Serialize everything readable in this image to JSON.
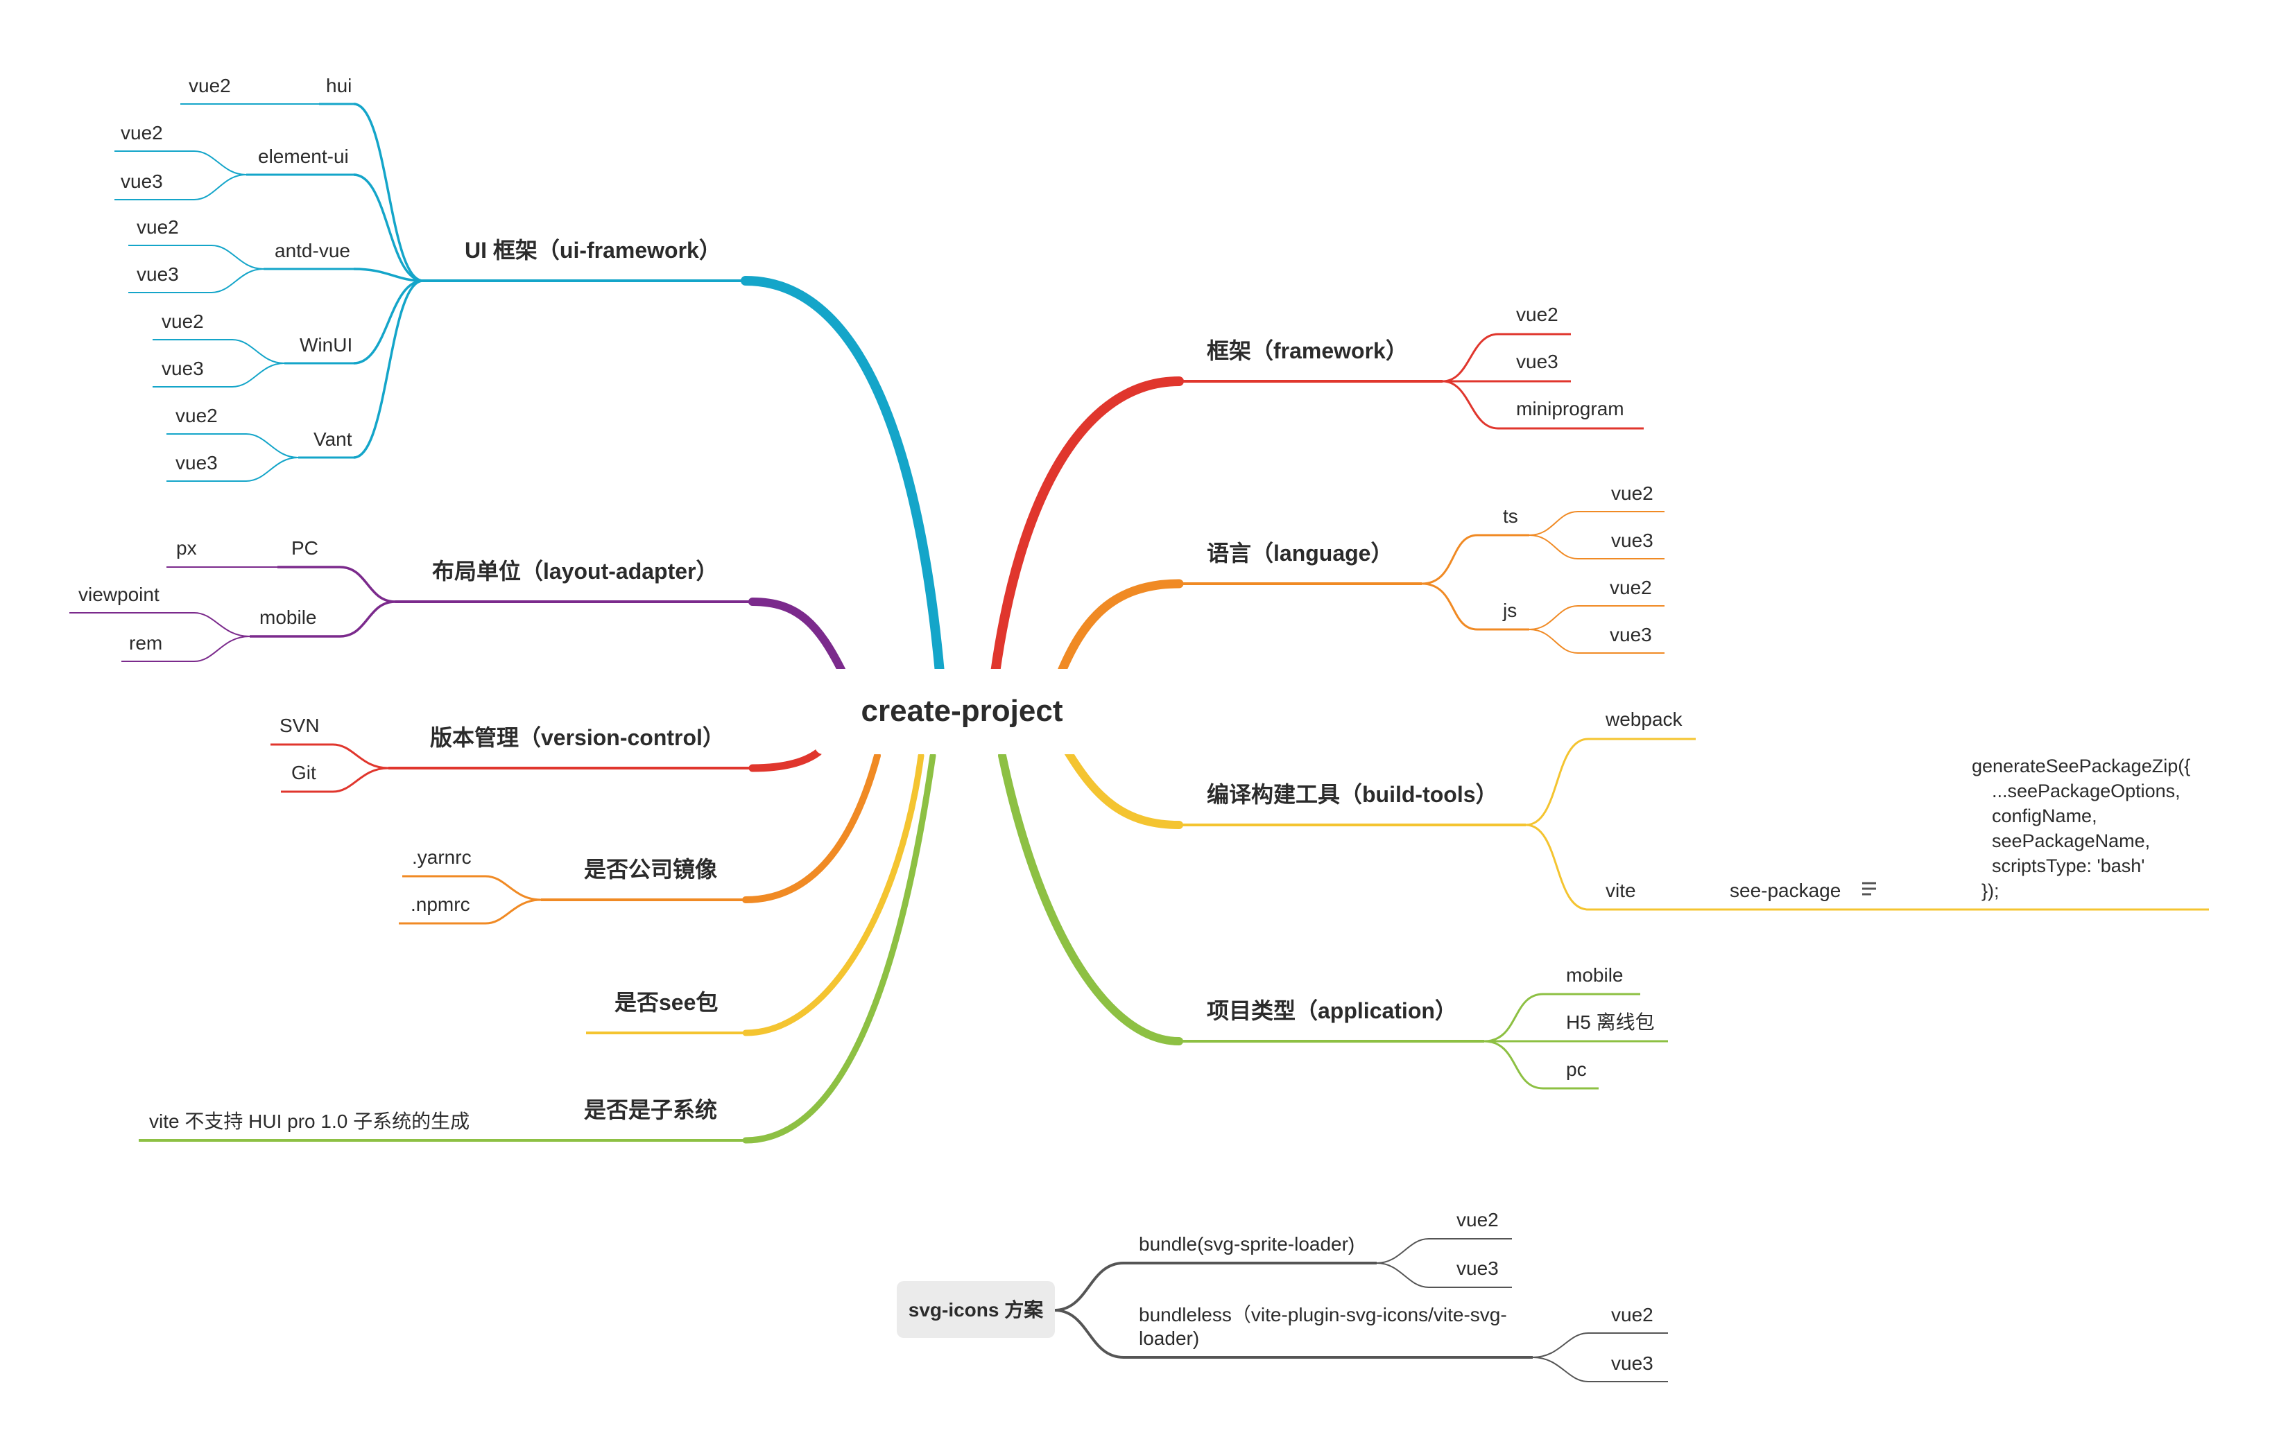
{
  "root": {
    "label": "create-project"
  },
  "colors": {
    "ui": "#14a5c9",
    "layout": "#7b2a8c",
    "vcs": "#e0362d",
    "mirror": "#f08a24",
    "see": "#f4c430",
    "subsystem": "#8dc043",
    "framework": "#e0362d",
    "language": "#f08a24",
    "build": "#f4c430",
    "application": "#8dc043",
    "svgicons": "#555555",
    "svgicons_bg": "#ebebeb"
  },
  "ui_framework": {
    "label": "UI 框架（ui-framework）",
    "hui": {
      "label": "hui",
      "children": [
        "vue2"
      ]
    },
    "element_ui": {
      "label": "element-ui",
      "children": [
        "vue2",
        "vue3"
      ]
    },
    "antd_vue": {
      "label": "antd-vue",
      "children": [
        "vue2",
        "vue3"
      ]
    },
    "winui": {
      "label": "WinUI",
      "children": [
        "vue2",
        "vue3"
      ]
    },
    "vant": {
      "label": "Vant",
      "children": [
        "vue2",
        "vue3"
      ]
    }
  },
  "layout_adapter": {
    "label": "布局单位（layout-adapter）",
    "pc": {
      "label": "PC",
      "children": [
        "px"
      ]
    },
    "mobile": {
      "label": "mobile",
      "children": [
        "viewpoint",
        "rem"
      ]
    }
  },
  "version_control": {
    "label": "版本管理（version-control）",
    "children": [
      "SVN",
      "Git"
    ]
  },
  "mirror": {
    "label": "是否公司镜像",
    "children": [
      ".yarnrc",
      ".npmrc"
    ]
  },
  "see_package_q": {
    "label": "是否see包"
  },
  "subsystem": {
    "label": "是否是子系统",
    "note": "vite 不支持 HUI pro 1.0 子系统的生成"
  },
  "framework": {
    "label": "框架（framework）",
    "children": [
      "vue2",
      "vue3",
      "miniprogram"
    ]
  },
  "language": {
    "label": "语言（language）",
    "ts": {
      "label": "ts",
      "children": [
        "vue2",
        "vue3"
      ]
    },
    "js": {
      "label": "js",
      "children": [
        "vue2",
        "vue3"
      ]
    }
  },
  "build_tools": {
    "label": "编译构建工具（build-tools）",
    "webpack": "webpack",
    "vite": "vite",
    "see_package": "see-package",
    "code": [
      "generateSeePackageZip({",
      "...seePackageOptions,",
      "configName,",
      "seePackageName,",
      "scriptsType: 'bash'",
      "});"
    ]
  },
  "application": {
    "label": "项目类型（application）",
    "children": [
      "mobile",
      "H5 离线包",
      "pc"
    ]
  },
  "svg_icons": {
    "label": "svg-icons 方案",
    "bundle": {
      "label": "bundle(svg-sprite-loader)",
      "children": [
        "vue2",
        "vue3"
      ]
    },
    "bundleless": {
      "label_line1": "bundleless（vite-plugin-svg-icons/vite-svg-",
      "label_line2": "loader)",
      "children": [
        "vue2",
        "vue3"
      ]
    }
  }
}
